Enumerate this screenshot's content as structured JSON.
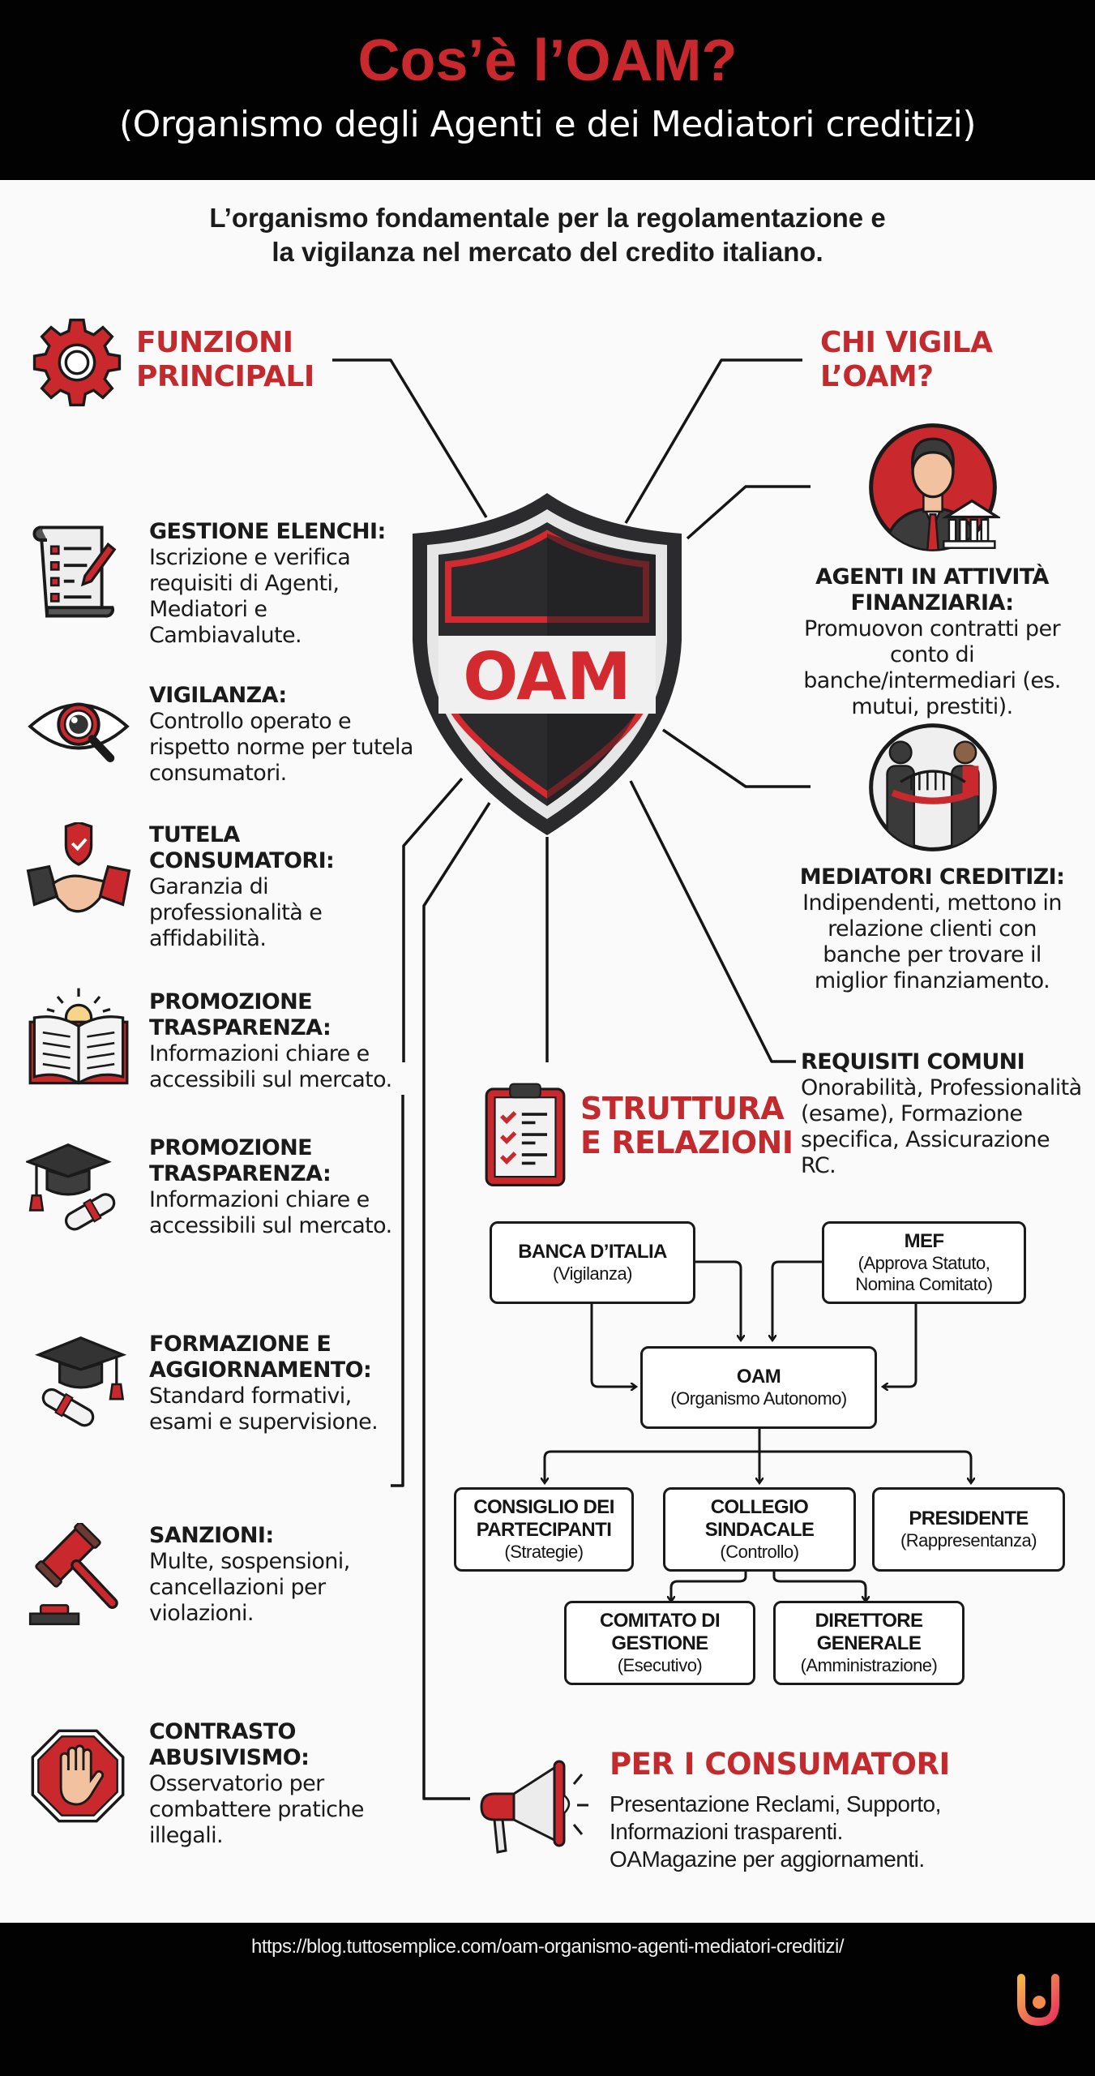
{
  "header": {
    "title": "Cos’è l’OAM?",
    "subtitle": "(Organismo degli Agenti e dei Mediatori creditizi)"
  },
  "intro": {
    "line1": "L’organismo fondamentale per la regolamentazione e",
    "line2": "la vigilanza nel mercato del credito italiano."
  },
  "center_logo": {
    "text": "OAM",
    "icon": "shield-icon"
  },
  "colors": {
    "accent_red": "#c22a2e",
    "dark": "#1a1a1a",
    "header_bg": "#020202"
  },
  "funzioni": {
    "title_line1": "FUNZIONI",
    "title_line2": "PRINCIPALI",
    "icon": "gear-icon",
    "items": [
      {
        "icon": "checklist-document-icon",
        "title": "GESTIONE ELENCHI:",
        "text": "Iscrizione e verifica requisiti di Agenti, Mediatori e Cambiavalute."
      },
      {
        "icon": "eye-magnifier-icon",
        "title": "VIGILANZA:",
        "text": "Controllo operato e rispetto norme per tutela consumatori."
      },
      {
        "icon": "handshake-shield-icon",
        "title": "TUTELA CONSUMATORI:",
        "text": "Garanzia di professionalità e affidabilità."
      },
      {
        "icon": "open-book-icon",
        "title": "PROMOZIONE TRASPARENZA:",
        "text": "Informazioni chiare e accessibili sul mercato."
      },
      {
        "icon": "graduation-cap-icon",
        "title": "PROMOZIONE TRASPARENZA:",
        "text": "Informazioni chiare e accessibili sul mercato."
      },
      {
        "icon": "graduation-cap-diploma-icon",
        "title": "FORMAZIONE E AGGIORNAMENTO:",
        "text": "Standard formativi, esami e supervisione."
      },
      {
        "icon": "gavel-icon",
        "title": "SANZIONI:",
        "text": "Multe, sospensioni, cancellazioni per violazioni."
      },
      {
        "icon": "stop-hand-icon",
        "title": "CONTRASTO ABUSIVISMO:",
        "text": "Osservatorio per combattere pratiche illegali."
      }
    ]
  },
  "chi_vigila": {
    "title_line1": "CHI VIGILA",
    "title_line2": "L’OAM?",
    "agenti": {
      "icon": "agent-bank-icon",
      "title": "AGENTI IN ATTIVITÀ FINANZIARIA:",
      "text": "Promuovon contratti per conto di banche/intermediari (es. mutui, prestiti)."
    },
    "mediatori": {
      "icon": "bridge-people-icon",
      "title": "MEDIATORI CREDITIZI:",
      "text": "Indipendenti, mettono in relazione clienti con banche per trovare il miglior finanziamento."
    },
    "requisiti": {
      "title": "REQUISITI COMUNI",
      "text": "Onorabilità, Professionalità (esame), Formazione specifica, Assicurazione RC."
    }
  },
  "struttura": {
    "title_line1": "STRUTTURA",
    "title_line2": "E RELAZIONI",
    "icon": "clipboard-checklist-icon",
    "nodes": {
      "banca": {
        "title": "BANCA D’ITALIA",
        "sub": "(Vigilanza)"
      },
      "mef": {
        "title": "MEF",
        "sub": "(Approva Statuto, Nomina Comitato)"
      },
      "oam": {
        "title": "OAM",
        "sub": "(Organismo Autonomo)"
      },
      "consiglio": {
        "title": "CONSIGLIO DEI PARTECIPANTI",
        "sub": "(Strategie)"
      },
      "collegio": {
        "title": "COLLEGIO SINDACALE",
        "sub": "(Controllo)"
      },
      "presidente": {
        "title": "PRESIDENTE",
        "sub": "(Rappresentanza)"
      },
      "comitato": {
        "title": "COMITATO DI GESTIONE",
        "sub": "(Esecutivo)"
      },
      "direttore": {
        "title": "DIRETTORE GENERALE",
        "sub": "(Amministrazione)"
      }
    }
  },
  "consumatori": {
    "title": "PER I CONSUMATORI",
    "icon": "megaphone-icon",
    "line1": "Presentazione Reclami, Supporto,",
    "line2": "Informazioni trasparenti.",
    "line3": "OAMagazine per aggiornamenti."
  },
  "footer": {
    "url": "https://blog.tuttosemplice.com/oam-organismo-agenti-mediatori-creditizi/",
    "logo_icon": "tuttosemplice-logo-icon"
  }
}
